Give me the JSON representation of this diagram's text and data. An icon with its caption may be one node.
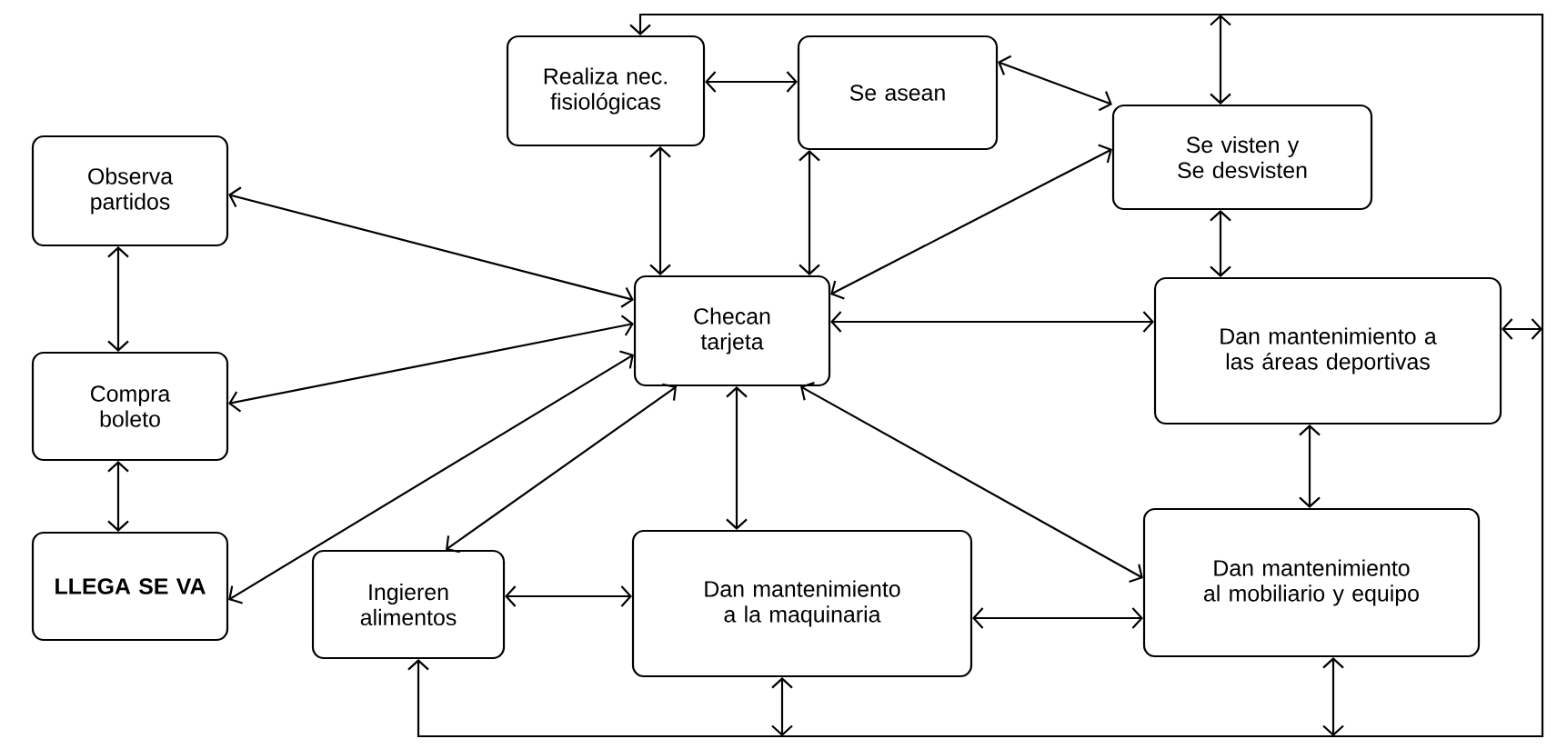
{
  "diagram": {
    "nodes": [
      {
        "text": [
          "Realiza nec. fisiológicas"
        ]
      },
      {
        "text": [
          "Se asean"
        ]
      },
      {
        "text": [
          "Se visten y Se desvisten"
        ]
      },
      {
        "text": [
          "Observa partidos"
        ]
      },
      {
        "text": [
          "Checan tarjeta"
        ]
      },
      {
        "text": [
          "Dan mantenimiento a las áreas deportivas"
        ]
      },
      {
        "text": [
          "Compra boleto"
        ]
      },
      {
        "text": [
          "LLEGA SE VA"
        ]
      },
      {
        "text": [
          "Ingieren alimentos"
        ]
      },
      {
        "text": [
          "Dan mantenimiento a la maquinaria"
        ]
      },
      {
        "text": [
          "Dan mantenimiento al mobiliario y equipo"
        ]
      }
    ],
    "edges": [
      {
        "from": 0,
        "to": 1,
        "arrow": "both"
      },
      {
        "from": 1,
        "to": 2,
        "arrow": "both"
      },
      {
        "from": 0,
        "to": 4,
        "arrow": "both"
      },
      {
        "from": 1,
        "to": 4,
        "arrow": "both"
      },
      {
        "from": 2,
        "to": 4,
        "arrow": "both"
      },
      {
        "from": 3,
        "to": 4,
        "arrow": "both"
      },
      {
        "from": 3,
        "to": 6,
        "arrow": "both"
      },
      {
        "from": 6,
        "to": 4,
        "arrow": "both"
      },
      {
        "from": 6,
        "to": 7,
        "arrow": "both"
      },
      {
        "from": 7,
        "to": 4,
        "arrow": "both"
      },
      {
        "from": 8,
        "to": 4,
        "arrow": "both"
      },
      {
        "from": 4,
        "to": 9,
        "arrow": "both"
      },
      {
        "from": 4,
        "to": 10,
        "arrow": "both"
      },
      {
        "from": 4,
        "to": 5,
        "arrow": "both"
      },
      {
        "from": 2,
        "to": 5,
        "arrow": "both"
      },
      {
        "from": 5,
        "to": 10,
        "arrow": "both"
      },
      {
        "from": 8,
        "to": 9,
        "arrow": "both"
      },
      {
        "from": 9,
        "to": 10,
        "arrow": "both"
      },
      {
        "from": 0,
        "to": 2,
        "arrow": "both"
      },
      {
        "from": 0,
        "to": 5,
        "arrow": "both"
      },
      {
        "from": 0,
        "to": 9,
        "arrow": "both"
      },
      {
        "from": 0,
        "to": 10,
        "arrow": "both"
      },
      {
        "from": 0,
        "to": 8,
        "arrow": "both"
      }
    ]
  }
}
